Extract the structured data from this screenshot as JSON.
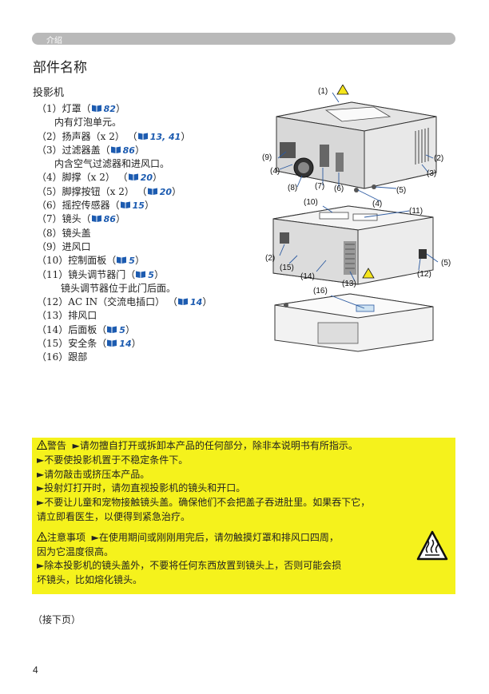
{
  "header": {
    "section": "介绍"
  },
  "page_title": "部件名称",
  "section_label": "投影机",
  "parts": [
    {
      "num": "（1）",
      "label": "灯罩（",
      "ref": "82",
      "tail": "）"
    },
    {
      "sub": "内有灯泡单元。"
    },
    {
      "num": "（2）",
      "label": "扬声器（x 2）  （",
      "ref": "13, 41",
      "tail": "）"
    },
    {
      "num": "（3）",
      "label": "过滤器盖（",
      "ref": "86",
      "tail": "）"
    },
    {
      "sub": "内含空气过滤器和进风口。"
    },
    {
      "num": "（4）",
      "label": "脚撑（x 2）  （",
      "ref": "20",
      "tail": "）"
    },
    {
      "num": "（5）",
      "label": "脚撑按钮（x 2）  （",
      "ref": "20",
      "tail": "）"
    },
    {
      "num": "（6）",
      "label": "摇控传感器（",
      "ref": "15",
      "tail": "）"
    },
    {
      "num": "（7）",
      "label": "镜头（",
      "ref": "86",
      "tail": "）"
    },
    {
      "num": "（8）",
      "label": "镜头盖"
    },
    {
      "num": "（9）",
      "label": "进风口"
    },
    {
      "num": "（10）",
      "label": "控制面板（",
      "ref": "5",
      "tail": "）"
    },
    {
      "num": "（11）",
      "label": "镜头调节器门（",
      "ref": "5",
      "tail": "）"
    },
    {
      "sub2": "镜头调节器位于此门后面。"
    },
    {
      "num": "（12）",
      "label": "AC IN（交流电插口）  （",
      "ref": "14",
      "tail": "）"
    },
    {
      "num": "（13）",
      "label": "排风口"
    },
    {
      "num": "（14）",
      "label": "后面板（",
      "ref": "5",
      "tail": "）"
    },
    {
      "num": "（15）",
      "label": "安全条（",
      "ref": "14",
      "tail": "）"
    },
    {
      "num": "（16）",
      "label": "跟部"
    }
  ],
  "callouts": [
    "(1)",
    "(9)",
    "(4)",
    "(8)",
    "(7)",
    "(6)",
    "(2)",
    "(3)",
    "(5)",
    "(4)",
    "(10)",
    "(11)",
    "(2)",
    "(15)",
    "(5)",
    "(14)",
    "(13)",
    "(12)",
    "(16)"
  ],
  "warning": {
    "w1_head": "警告",
    "w1_line1": "►请勿擅自打开或拆卸本产品的任何部分，除非本说明书有所指示。",
    "w1_line2": "►不要使投影机置于不稳定条件下。",
    "w1_line3": "►请勿敲击或挤压本产品。",
    "w1_line4": "►投射灯打开时，请勿直视投影机的镜头和开口。",
    "w1_line5": "►不要让儿童和宠物接触镜头盖。确保他们不会把盖子吞进肚里。如果吞下它，",
    "w1_line6": "请立即看医生，以便得到紧急治疗。",
    "c_head": "注意事项",
    "c_line1": "►在使用期间或刚刚用完后，请勿触摸灯罩和排风口四周，",
    "c_line2": "因为它温度很高。",
    "c_line3": "►除本投影机的镜头盖外，不要将任何东西放置到镜头上，否则可能会损",
    "c_line4": "坏镜头，比如熔化镜头。"
  },
  "continue_note": "（接下页）",
  "page_number": "4",
  "colors": {
    "warning_bg": "#f5f21c",
    "ref_blue": "#1c5bb0",
    "header_gray": "#b9b9b9"
  }
}
